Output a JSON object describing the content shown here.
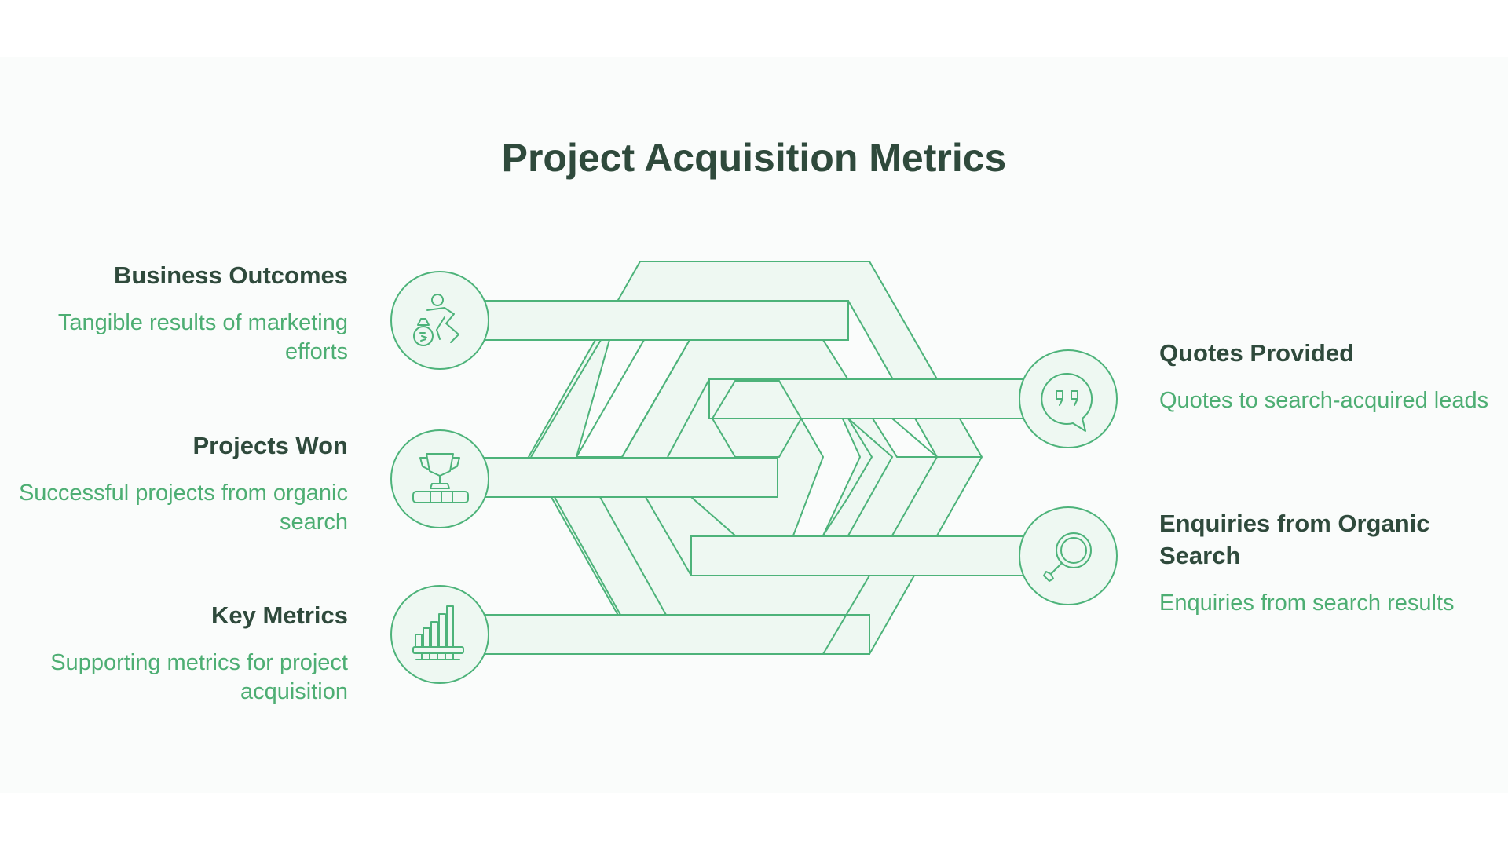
{
  "title": "Project Acquisition Metrics",
  "colors": {
    "heading": "#2f4a3c",
    "description": "#4dae73",
    "stroke": "#4db37a",
    "fill": "#eef8f2",
    "background": "#fafcfb"
  },
  "items": {
    "business_outcomes": {
      "title": "Business Outcomes",
      "description": "Tangible results of marketing efforts",
      "icon": "money-runner-icon"
    },
    "projects_won": {
      "title": "Projects Won",
      "description": "Successful projects from organic search",
      "icon": "trophy-icon"
    },
    "key_metrics": {
      "title": "Key Metrics",
      "description": "Supporting metrics for project acquisition",
      "icon": "bar-chart-icon"
    },
    "quotes_provided": {
      "title": "Quotes Provided",
      "description": "Quotes to search-acquired leads",
      "icon": "quote-bubble-icon"
    },
    "enquiries": {
      "title": "Enquiries from Organic Search",
      "description": "Enquiries from search results",
      "icon": "magnifier-icon"
    }
  }
}
